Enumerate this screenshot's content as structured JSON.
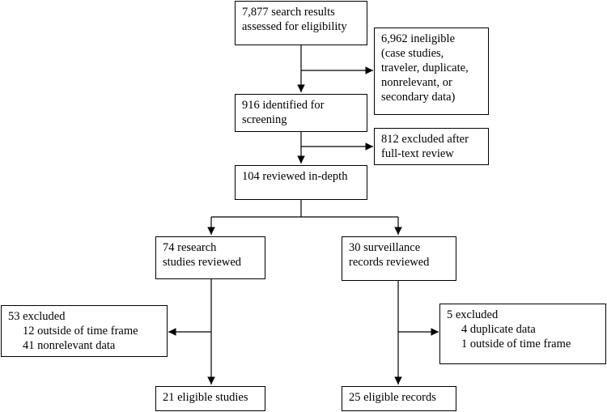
{
  "boxes": {
    "search_results": {
      "lines": [
        "7,877 search results",
        "assessed for eligibility"
      ]
    },
    "ineligible": {
      "lines": [
        "6,962 ineligible",
        "(case studies,",
        "traveler, duplicate,",
        "nonrelevant, or",
        "secondary data)"
      ]
    },
    "identified": {
      "lines": [
        "916 identified for",
        "screening"
      ]
    },
    "excluded_fulltext": {
      "lines": [
        "812 excluded after",
        "full-text review"
      ]
    },
    "reviewed_indepth": {
      "lines": [
        "104 reviewed in-depth"
      ]
    },
    "research_studies": {
      "lines": [
        "74 research",
        "studies reviewed"
      ]
    },
    "surveillance_records": {
      "lines": [
        "30 surveillance",
        "records reviewed"
      ]
    },
    "excluded_research": {
      "title": "53 excluded",
      "items": [
        "12 outside of time frame",
        "41 nonrelevant data"
      ]
    },
    "excluded_surveillance": {
      "title": "5 excluded",
      "items": [
        "4 duplicate data",
        "1 outside of time frame"
      ]
    },
    "eligible_studies": {
      "lines": [
        "21 eligible studies"
      ]
    },
    "eligible_records": {
      "lines": [
        "25 eligible records"
      ]
    }
  }
}
